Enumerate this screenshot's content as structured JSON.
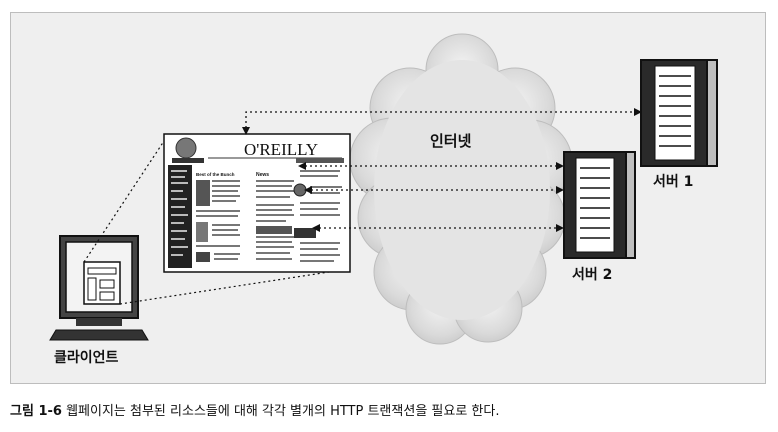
{
  "diagram": {
    "cloud_label": "인터넷",
    "server1_label": "서버 1",
    "server2_label": "서버 2",
    "client_label": "클라이언트",
    "webpage": {
      "logo_text": "O'REILLY",
      "column1_heading": "Best of the Bunch",
      "column2_heading": "News"
    }
  },
  "caption": {
    "figure_number": "그림 1-6",
    "text": "웹페이지는 첨부된 리소스들에 대해 각각 별개의 HTTP 트랜잭션을 필요로 한다."
  }
}
